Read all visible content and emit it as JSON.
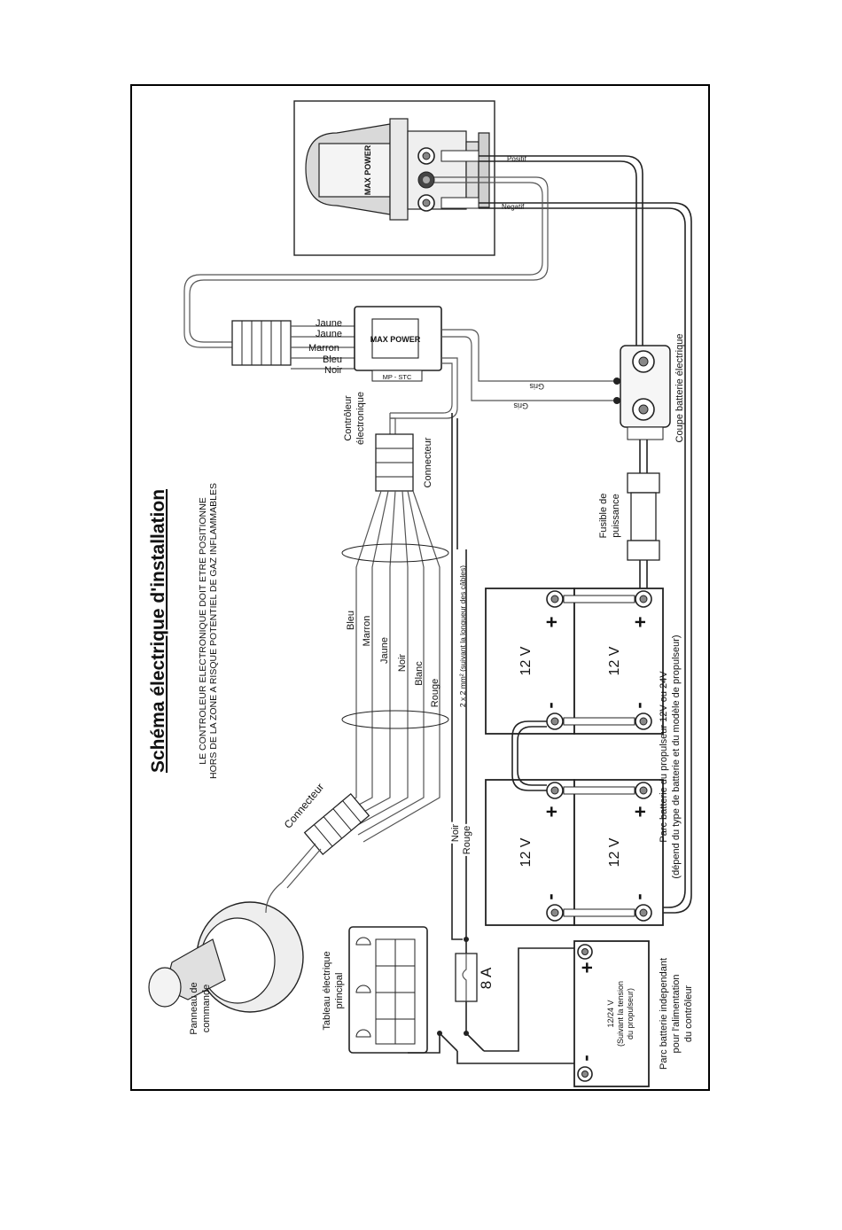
{
  "title": "Schéma électrique d'installation",
  "warning": {
    "line1": "LE CONTROLEUR ELECTRONIQUE DOIT ETRE POSITIONNE",
    "line2": "HORS DE LA ZONE A RISQUE POTENTIEL DE GAZ INFLAMMABLES"
  },
  "thruster": {
    "positif": "Positif",
    "negatif": "Negatif",
    "logo": "MAX POWER"
  },
  "controller": {
    "wires": [
      "Jaune",
      "Jaune",
      "Marron",
      "Bleu",
      "Noir"
    ],
    "model": "MP - STC",
    "logo": "MAX POWER",
    "label_line1": "Contrôleur",
    "label_line2": "électronique",
    "connecteur": "Connecteur"
  },
  "gris": [
    "Gris",
    "Gris"
  ],
  "coupe_batterie": "Coupe batterie électrique",
  "fusible": {
    "line1": "Fusible de",
    "line2": "puissance"
  },
  "cable_wires": [
    "Bleu",
    "Marron",
    "Jaune",
    "Noir",
    "Blanc",
    "Rouge"
  ],
  "cable_section": "2 x 2 mm² (suivant la longueur des câbles)",
  "connecteur_panel": "Connecteur",
  "panneau": {
    "line1": "Panneau de",
    "line2": "commande"
  },
  "noir": "Noir",
  "rouge": "Rouge",
  "fuse_rating": "8 A",
  "tableau": {
    "line1": "Tableau électrique",
    "line2": "principal"
  },
  "batteries": {
    "voltage": "12 V",
    "plus": "+",
    "minus": "-",
    "parc_line1": "Parc batterie du propulseur 12V ou 24V",
    "parc_line2": "(dépend du type de batterie et du modèle de propulseur)"
  },
  "ctrl_battery": {
    "voltage": "12/24 V",
    "sub1": "(Suivant la tension",
    "sub2": "du propulseur)",
    "plus": "+",
    "minus": "-",
    "label_line1": "Parc batterie independant",
    "label_line2": "pour l'alimentation",
    "label_line3": "du contrôleur"
  }
}
